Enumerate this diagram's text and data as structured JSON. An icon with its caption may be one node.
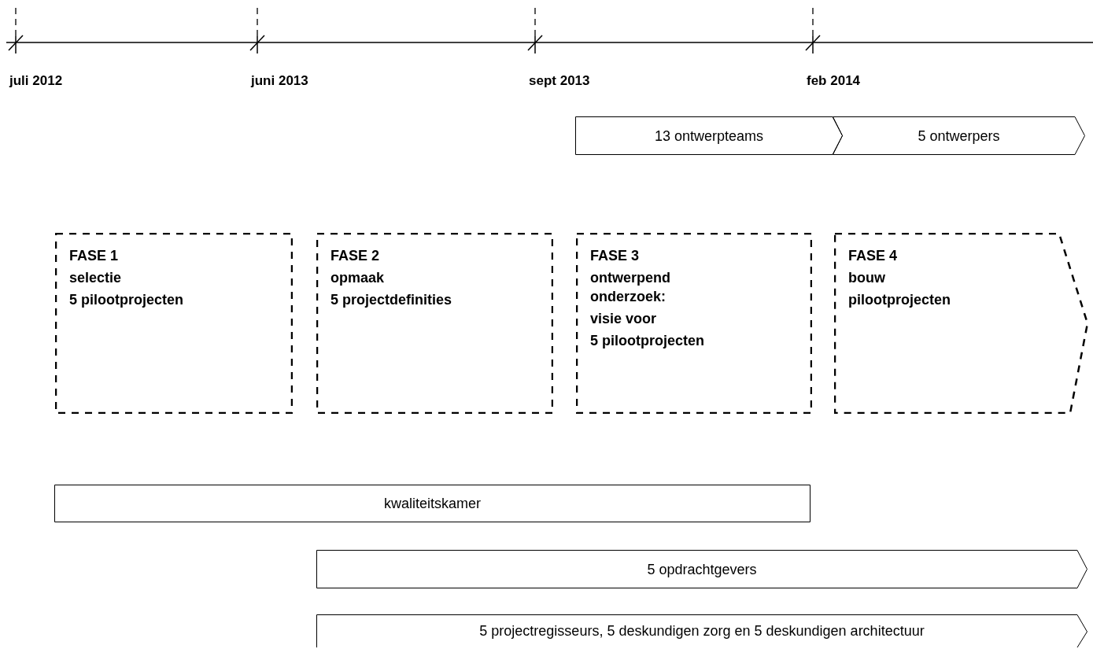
{
  "diagram": {
    "nodes": [
      {
        "text": [
          "13 ontwerpteams"
        ]
      },
      {
        "text": [
          "5 ontwerpers"
        ]
      },
      {
        "text": [
          "FASE 1",
          "selectie",
          "5 pilootprojecten"
        ]
      },
      {
        "text": [
          "FASE 2",
          "opmaak",
          "5 projectdefinities"
        ]
      },
      {
        "text": [
          "FASE 3",
          "ontwerpend onderzoek:",
          "visie voor",
          "5 pilootprojecten"
        ]
      },
      {
        "text": [
          "FASE 4",
          "bouw",
          "pilootprojecten"
        ]
      },
      {
        "text": [
          "kwaliteitskamer"
        ]
      },
      {
        "text": [
          "5 opdrachtgevers"
        ]
      },
      {
        "text": [
          "5 projectregisseurs, 5 deskundigen zorg en 5 deskundigen architectuur"
        ]
      }
    ],
    "labels": [
      "juli 2012",
      "juni 2013",
      "sept 2013",
      "feb 2014"
    ]
  }
}
